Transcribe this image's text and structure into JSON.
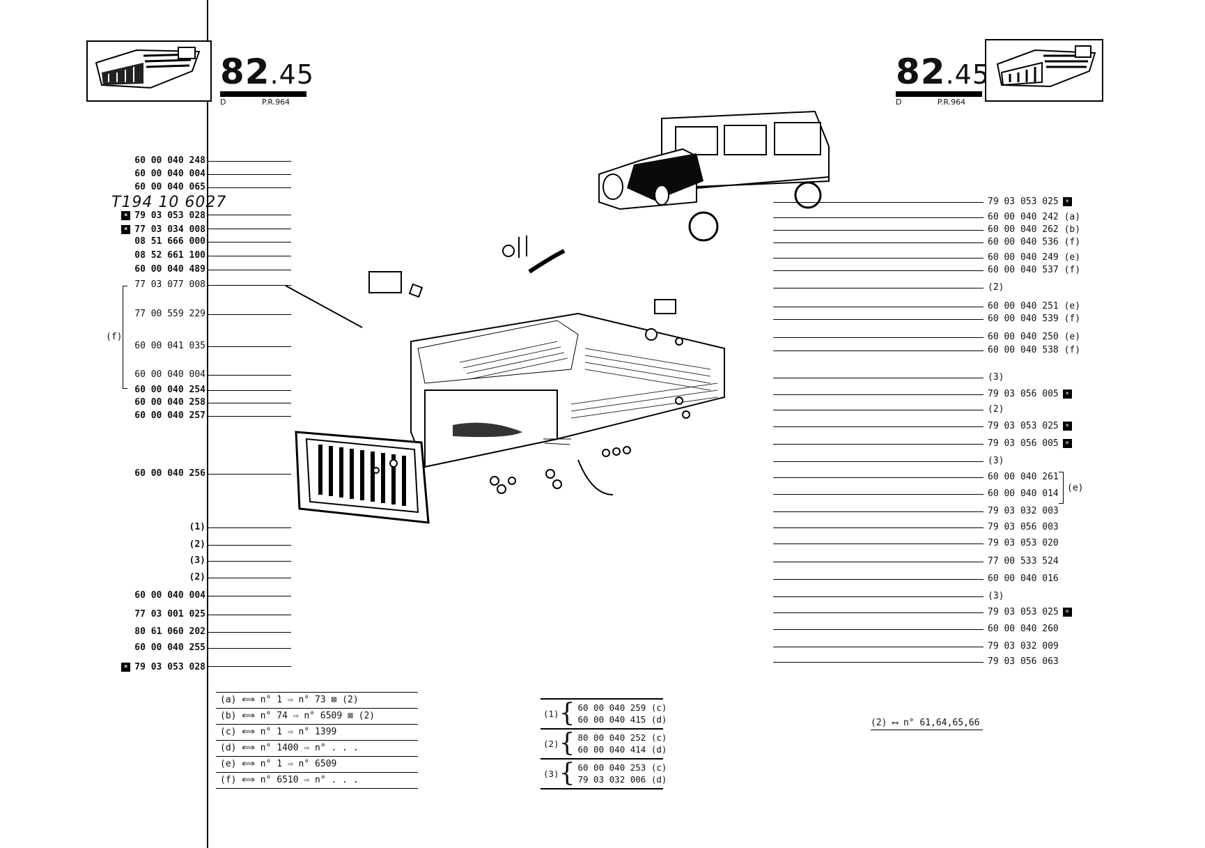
{
  "header": {
    "code_main": "82",
    "code_sub": ".45",
    "left_d": "D",
    "left_pr": "P.R.964",
    "right_d": "D",
    "right_pr": "P.R.964"
  },
  "handwritten": "T194 10 6027",
  "left_group_label": "(f)",
  "left_labels": [
    {
      "text": "60 00 040 248",
      "bold": true
    },
    {
      "text": "60 00 040 004",
      "bold": true
    },
    {
      "text": "60 00 040 065",
      "bold": true
    },
    {
      "text": "",
      "bold": false
    },
    {
      "text": "79 03 053 028",
      "bold": true,
      "mark": true
    },
    {
      "text": "77 03 034 008",
      "bold": true,
      "mark": true
    },
    {
      "text": "08 51 666 000",
      "bold": true
    },
    {
      "text": "08 52 661 100",
      "bold": true
    },
    {
      "text": "60 00 040 489",
      "bold": true
    },
    {
      "text": "77 03 077 008",
      "bold": false
    },
    {
      "text": "77 00 559 229",
      "bold": false
    },
    {
      "text": "60 00 041 035",
      "bold": false
    },
    {
      "text": "60 00 040 004",
      "bold": false
    },
    {
      "text": "60 00 040 254",
      "bold": true
    },
    {
      "text": "60 00 040 258",
      "bold": true
    },
    {
      "text": "60 00 040 257",
      "bold": true
    },
    {
      "text": "60 00 040 256",
      "bold": true
    },
    {
      "text": "(1)",
      "bold": true
    },
    {
      "text": "(2)",
      "bold": true
    },
    {
      "text": "(3)",
      "bold": true
    },
    {
      "text": "(2)",
      "bold": true
    },
    {
      "text": "60 00 040 004",
      "bold": true
    },
    {
      "text": "77 03 001 025",
      "bold": true
    },
    {
      "text": "80 61 060 202",
      "bold": true
    },
    {
      "text": "60 00 040 255",
      "bold": true
    },
    {
      "text": "79 03 053 028",
      "bold": true,
      "mark": true
    }
  ],
  "right_labels": [
    {
      "text": "79 03 053 025",
      "mark": true
    },
    {
      "text": "60 00 040 242  (a)"
    },
    {
      "text": "60 00 040 262  (b)"
    },
    {
      "text": "60 00 040 536  (f)"
    },
    {
      "text": "60 00 040 249  (e)"
    },
    {
      "text": "60 00 040 537  (f)"
    },
    {
      "text": "(2)"
    },
    {
      "text": "60 00 040 251  (e)"
    },
    {
      "text": "60 00 040 539  (f)"
    },
    {
      "text": "60 00 040 250  (e)"
    },
    {
      "text": "60 00 040 538  (f)"
    },
    {
      "text": "(3)"
    },
    {
      "text": "79 03 056 005",
      "mark": true
    },
    {
      "text": "(2)"
    },
    {
      "text": "79 03 053 025",
      "mark": true
    },
    {
      "text": "79 03 056 005",
      "mark": true
    },
    {
      "text": "(3)"
    },
    {
      "text": "60 00 040 261"
    },
    {
      "text": "60 00 040 014"
    },
    {
      "text": "79 03 032 003"
    },
    {
      "text": "79 03 056 003"
    },
    {
      "text": "79 03 053 020"
    },
    {
      "text": "77 00 533 524"
    },
    {
      "text": "60 00 040 016"
    },
    {
      "text": "(3)"
    },
    {
      "text": "79 03 053 025",
      "mark": true
    },
    {
      "text": "60 00 040 260"
    },
    {
      "text": "79 03 032 009"
    },
    {
      "text": "79 03 056 063"
    }
  ],
  "right_group_label": "(e)",
  "applicability": [
    "(a)  ⟺  n°  1   ⇨  n°  73   ⊠ (2)",
    "(b)  ⟺  n°  74  ⇨  n°  6509 ⊠ (2)",
    "(c)  ⟺  n°  1   ⇨  n°  1399",
    "(d)  ⟺  n°  1400  ⇨  n°  . . .",
    "(e)  ⟺  n°  1   ⇨  n°  6509",
    "(f)  ⟺  n°  6510  ⇨  n°  . . ."
  ],
  "groups": [
    {
      "key": "(1)",
      "items": [
        "60 00 040 259  (c)",
        "60 00 040 415  (d)"
      ]
    },
    {
      "key": "(2)",
      "items": [
        "80 00 040 252  (c)",
        "60 00 040 414  (d)"
      ]
    },
    {
      "key": "(3)",
      "items": [
        "60 00 040 253  (c)",
        "79 03 032 006  (d)"
      ]
    }
  ],
  "note2": "(2) ⟷ n° 61,64,65,66",
  "colors": {
    "ink": "#111111",
    "paper": "#ffffff",
    "vehicle_hood": "#0a0a0a"
  }
}
